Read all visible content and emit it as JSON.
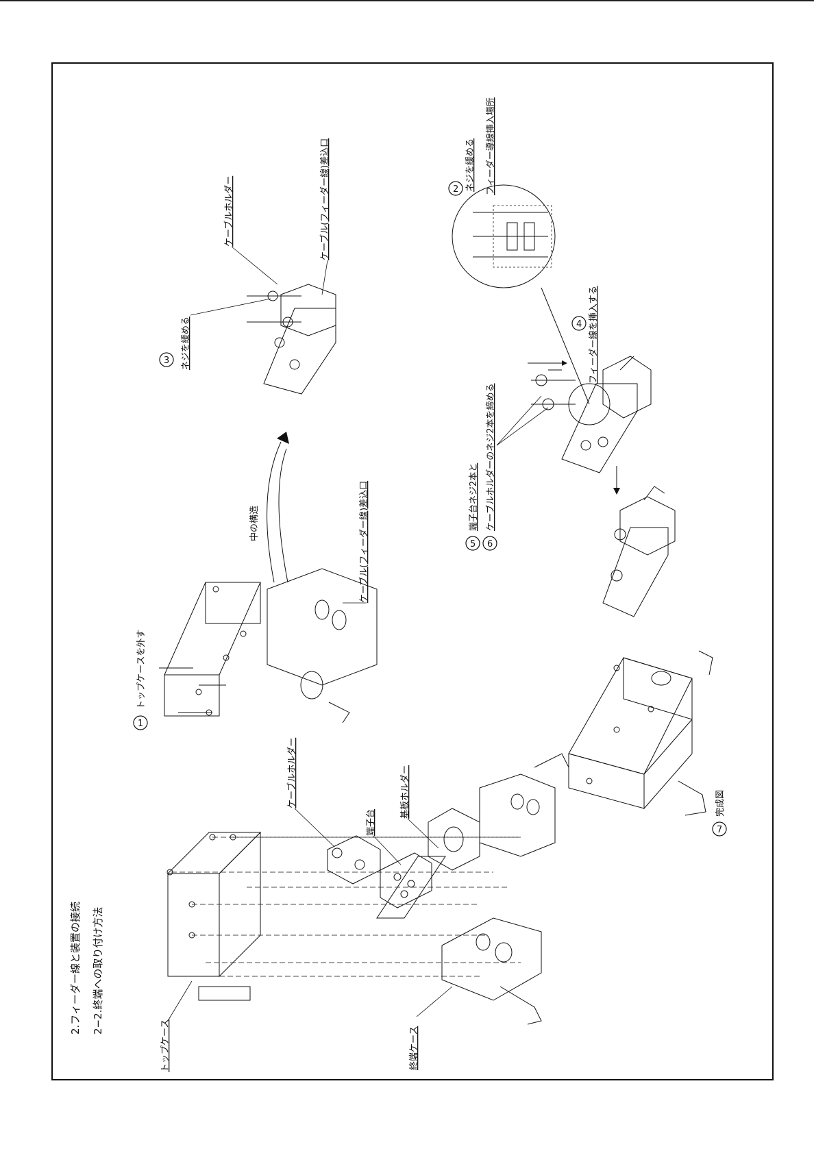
{
  "header": {
    "section_title": "2.フィーダー線と装置の接続",
    "subsection_title": "2−2.終端への取り付け方法"
  },
  "exploded_view": {
    "labels": {
      "top_case": "トップケース",
      "terminal_case": "終端ケース",
      "cable_holder": "ケーブルホルダー",
      "terminal_block": "端子台",
      "board_holder": "基板ホルダー"
    }
  },
  "steps": [
    {
      "num": "1",
      "text": "トップケースを外す"
    },
    {
      "num": "2",
      "text": "ネジを緩める"
    },
    {
      "num": "3",
      "text": "ネジを緩める"
    },
    {
      "num": "4",
      "text": "フィーダー線を挿入する"
    },
    {
      "num": "5",
      "text": "端子台ネジ2本と"
    },
    {
      "num": "6",
      "text": "ケーブルホルダーのネジ2本を締める"
    },
    {
      "num": "7",
      "text": "完成図"
    }
  ],
  "callouts": {
    "inner_structure": "中の構造",
    "cable_inlet_1": "ケーブル(フィーダー線)差込口",
    "cable_holder_2": "ケーブルホルダー",
    "cable_inlet_2": "ケーブル(フィーダー線)差込口",
    "feeder_insert_location": "フィーダー導線挿入場所"
  }
}
